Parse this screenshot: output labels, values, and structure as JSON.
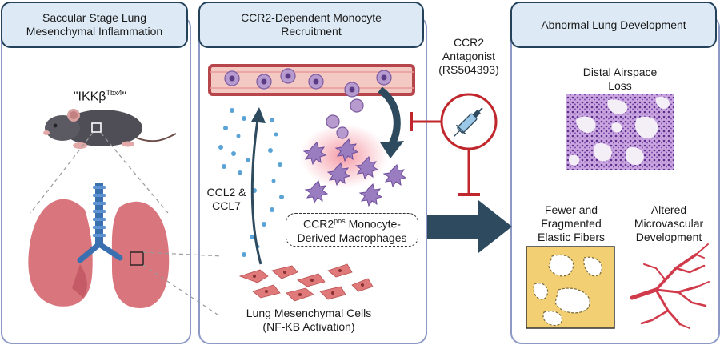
{
  "panels": {
    "left": {
      "header": "Saccular Stage Lung\nMesenchymal Inflammation",
      "mouse_model": "\"IKKβ",
      "mouse_model_sup": "Tbx4",
      "mouse_model_end": "\""
    },
    "middle": {
      "header": "CCR2-Dependent Monocyte\nRecruitment",
      "chemokines": "CCL2 &\nCCL7",
      "macrophage_label_pre": "CCR2",
      "macrophage_label_sup": "pos",
      "macrophage_label_post": " Monocyte-",
      "macrophage_label_line2": "Derived Macrophages",
      "cells_label": "Lung Mesenchymal Cells\n(NF-KB Activation)"
    },
    "antagonist": {
      "label": "CCR2\nAntagonist\n(RS504393)"
    },
    "right": {
      "header": "Abnormal Lung Development",
      "airspace": "Distal Airspace\nLoss",
      "elastic": "Fewer and\nFragmented\nElastic Fibers",
      "microvascular": "Altered\nMicrovascular\nDevelopment"
    }
  },
  "colors": {
    "panel_border": "#8e9ac6",
    "header_fill": "#ddeaf5",
    "header_border": "#24425a",
    "antagonist_red": "#c0272d",
    "arrow_dark": "#2d4a5e",
    "lung_pink": "#d9757d",
    "trachea_blue": "#3a6fb0",
    "monocyte_purple": "#8a62a8",
    "cell_red": "#e07a7a",
    "elastic_yellow": "#f2cf73",
    "histology_purple": "#8f5fb0"
  }
}
